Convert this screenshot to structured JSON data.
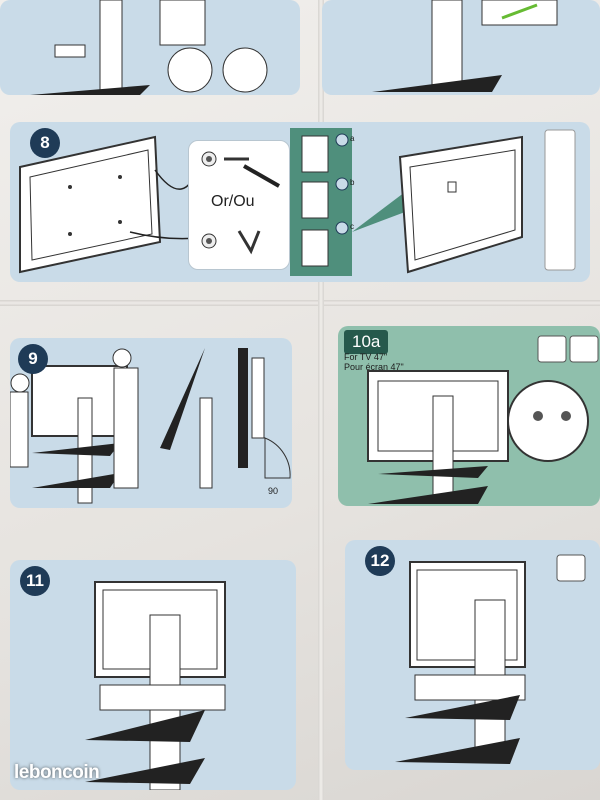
{
  "steps": {
    "step8": {
      "number": "8",
      "or_label": "Or/Ou",
      "bracket_labels": [
        "a",
        "b",
        "c"
      ]
    },
    "step9": {
      "number": "9",
      "angle_label": "90"
    },
    "step10a": {
      "tag": "10a",
      "line1": "For TV 47\"",
      "line2": "Pour écran 47\""
    },
    "step11": {
      "number": "11"
    },
    "step12": {
      "number": "12"
    }
  },
  "watermark": "leboncoin",
  "colors": {
    "panel_blue": "#c9dbe8",
    "panel_green": "#8fbfac",
    "step_badge": "#1f3b57"
  }
}
